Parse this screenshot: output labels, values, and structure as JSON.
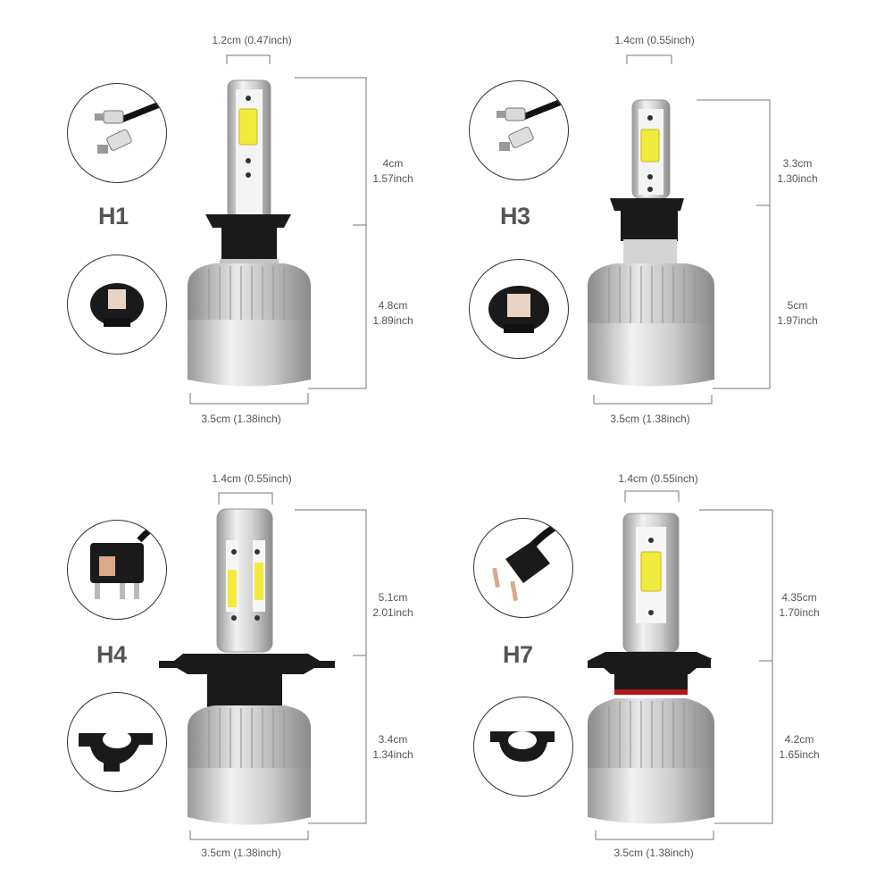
{
  "panels": [
    {
      "model": "H1",
      "top_width": "1.2cm (0.47inch)",
      "bottom_width": "3.5cm (1.38inch)",
      "upper_height": {
        "cm": "4cm",
        "inch": "1.57inch"
      },
      "lower_height": {
        "cm": "4.8cm",
        "inch": "1.89inch"
      }
    },
    {
      "model": "H3",
      "top_width": "1.4cm (0.55inch)",
      "bottom_width": "3.5cm (1.38inch)",
      "upper_height": {
        "cm": "3.3cm",
        "inch": "1.30inch"
      },
      "lower_height": {
        "cm": "5cm",
        "inch": "1.97inch"
      }
    },
    {
      "model": "H4",
      "top_width": "1.4cm (0.55inch)",
      "bottom_width": "3.5cm (1.38inch)",
      "upper_height": {
        "cm": "5.1cm",
        "inch": "2.01inch"
      },
      "lower_height": {
        "cm": "3.4cm",
        "inch": "1.34inch"
      }
    },
    {
      "model": "H7",
      "top_width": "1.4cm (0.55inch)",
      "bottom_width": "3.5cm (1.38inch)",
      "upper_height": {
        "cm": "4.35cm",
        "inch": "1.70inch"
      },
      "lower_height": {
        "cm": "4.2cm",
        "inch": "1.65inch"
      }
    }
  ],
  "colors": {
    "dimension_line": "#777777",
    "silver": "#c8c8c8",
    "chip_yellow": "#f2ea3c",
    "base_black": "#1a1a1a",
    "red_ring": "#b01818"
  }
}
